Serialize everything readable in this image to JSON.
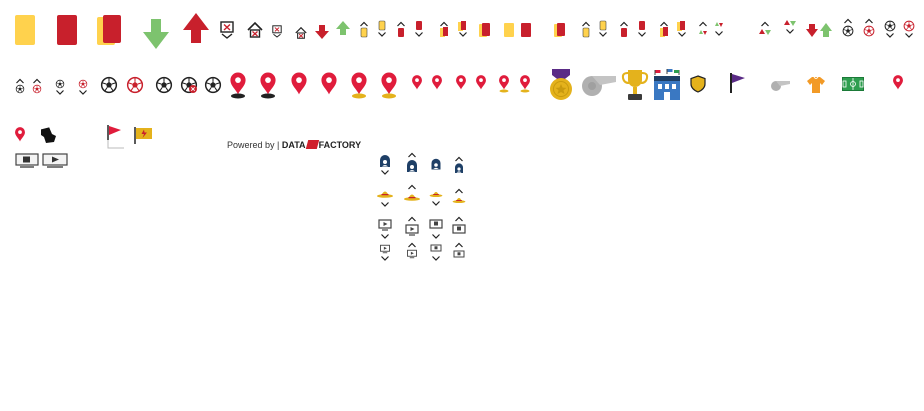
{
  "colors": {
    "yellow_card": "#ffd24d",
    "red_card": "#c8202c",
    "sub_in": "#7dc36e",
    "sub_out": "#c8202c",
    "pin": "#e01c3c",
    "purple": "#5a2b86",
    "gold": "#e4b21c",
    "grey": "#b0b0b0",
    "navy": "#1e3f66",
    "pitch_green": "#2e9e4f",
    "orange": "#f29a26"
  },
  "icons": [
    "yellow-card-icon",
    "red-card-icon",
    "second-yellow-card-icon",
    "substitution-in-icon",
    "substitution-out-icon",
    "offside-icon",
    "goal-cancelled-icon",
    "soccer-ball-icon",
    "own-goal-icon",
    "map-pin-icon",
    "medal-icon",
    "whistle-icon",
    "trophy-icon",
    "stadium-icon",
    "shield-icon",
    "corner-flag-icon",
    "jersey-icon",
    "pitch-icon",
    "kickoff-icon",
    "tv-icon",
    "sun-hat-icon",
    "player-avatar-icon"
  ],
  "powered_by": {
    "prefix": "Powered by |",
    "brand_left": "DATA",
    "brand_right": "FACTORY"
  }
}
